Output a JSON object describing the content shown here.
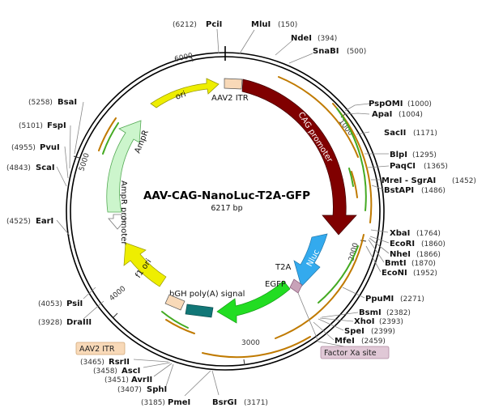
{
  "plasmid": {
    "name": "AAV-CAG-NanoLuc-T2A-GFP",
    "size": "6217 bp"
  },
  "ticks": [
    "1000",
    "2000",
    "3000",
    "4000",
    "5000",
    "6000"
  ],
  "features": [
    {
      "id": "aav2-itr-top",
      "label": "AAV2 ITR",
      "color": "#f8d9b8"
    },
    {
      "id": "cag-promoter",
      "label": "CAG promoter",
      "color": "#800000"
    },
    {
      "id": "nluc",
      "label": "Nluc",
      "color": "#33aaee"
    },
    {
      "id": "t2a",
      "label": "T2A",
      "color": "#c8a2b8"
    },
    {
      "id": "egfp",
      "label": "EGFP",
      "color": "#22dd22"
    },
    {
      "id": "bgh-polya",
      "label": "bGH poly(A) signal",
      "color": "#117777"
    },
    {
      "id": "aav2-itr-bottom",
      "label": "AAV2 ITR",
      "color": "#f8d9b8"
    },
    {
      "id": "f1-ori",
      "label": "f1 ori",
      "color": "#eeee00"
    },
    {
      "id": "ampr-promoter",
      "label": "AmpR promoter",
      "color": "#ffffff"
    },
    {
      "id": "ampr",
      "label": "AmpR",
      "color": "#ccf5cc"
    },
    {
      "id": "ori",
      "label": "ori",
      "color": "#eeee00"
    }
  ],
  "sites": [
    {
      "id": "PciI",
      "name": "PciI",
      "pos": "(6212)"
    },
    {
      "id": "MluI",
      "name": "MluI",
      "pos": "(150)"
    },
    {
      "id": "NdeI",
      "name": "NdeI",
      "pos": "(394)"
    },
    {
      "id": "SnaBI",
      "name": "SnaBI",
      "pos": "(500)"
    },
    {
      "id": "PspOMI",
      "name": "PspOMI",
      "pos": "(1000)"
    },
    {
      "id": "ApaI",
      "name": "ApaI",
      "pos": "(1004)"
    },
    {
      "id": "SacII",
      "name": "SacII",
      "pos": "(1171)"
    },
    {
      "id": "BlpI",
      "name": "BlpI",
      "pos": "(1295)"
    },
    {
      "id": "PaqCI",
      "name": "PaqCI",
      "pos": "(1365)"
    },
    {
      "id": "MreI",
      "name": "MreI - SgrAI",
      "pos": "(1452)"
    },
    {
      "id": "BstAPI",
      "name": "BstAPI",
      "pos": "(1486)"
    },
    {
      "id": "XbaI",
      "name": "XbaI",
      "pos": "(1764)"
    },
    {
      "id": "EcoRI",
      "name": "EcoRI",
      "pos": "(1860)"
    },
    {
      "id": "NheI",
      "name": "NheI",
      "pos": "(1866)"
    },
    {
      "id": "BmtI",
      "name": "BmtI",
      "pos": "(1870)"
    },
    {
      "id": "EcoNI",
      "name": "EcoNI",
      "pos": "(1952)"
    },
    {
      "id": "PpuMI",
      "name": "PpuMI",
      "pos": "(2271)"
    },
    {
      "id": "BsmI",
      "name": "BsmI",
      "pos": "(2382)"
    },
    {
      "id": "XhoI",
      "name": "XhoI",
      "pos": "(2393)"
    },
    {
      "id": "SpeI",
      "name": "SpeI",
      "pos": "(2399)"
    },
    {
      "id": "MfeI",
      "name": "MfeI",
      "pos": "(2459)"
    },
    {
      "id": "BsrGI",
      "name": "BsrGI",
      "pos": "(3171)"
    },
    {
      "id": "PmeI",
      "name": "PmeI",
      "pos": "(3185)"
    },
    {
      "id": "SphI",
      "name": "SphI",
      "pos": "(3407)"
    },
    {
      "id": "AvrII",
      "name": "AvrII",
      "pos": "(3451)"
    },
    {
      "id": "AscI",
      "name": "AscI",
      "pos": "(3458)"
    },
    {
      "id": "RsrII",
      "name": "RsrII",
      "pos": "(3465)"
    },
    {
      "id": "DraIII",
      "name": "DraIII",
      "pos": "(3928)"
    },
    {
      "id": "PsiI",
      "name": "PsiI",
      "pos": "(4053)"
    },
    {
      "id": "EarI",
      "name": "EarI",
      "pos": "(4525)"
    },
    {
      "id": "ScaI",
      "name": "ScaI",
      "pos": "(4843)"
    },
    {
      "id": "PvuI",
      "name": "PvuI",
      "pos": "(4955)"
    },
    {
      "id": "FspI",
      "name": "FspI",
      "pos": "(5101)"
    },
    {
      "id": "BsaI",
      "name": "BsaI",
      "pos": "(5258)"
    }
  ],
  "boxed_labels": {
    "aav2_itr": "AAV2 ITR",
    "factor_xa": "Factor Xa site"
  }
}
